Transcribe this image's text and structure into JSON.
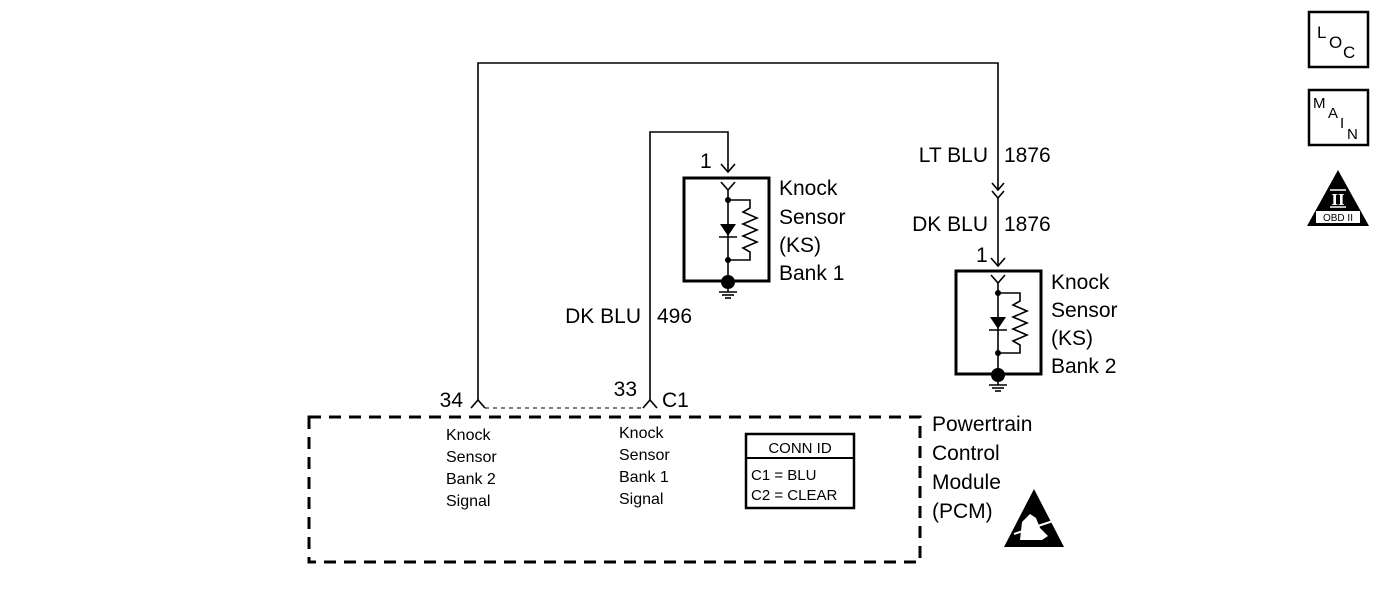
{
  "diagram": {
    "icons": {
      "loc": {
        "letters": [
          "L",
          "O",
          "C"
        ]
      },
      "main": {
        "letters": [
          "M",
          "A",
          "I",
          "N"
        ]
      },
      "obd": {
        "numeral": "II",
        "label": "OBD II"
      }
    },
    "wires": {
      "bank2_upper_color": "LT BLU",
      "bank2_upper_circuit": "1876",
      "bank2_lower_color": "DK BLU",
      "bank2_lower_circuit": "1876",
      "bank1_color": "DK BLU",
      "bank1_circuit": "496"
    },
    "sensors": {
      "bank1": {
        "pin": "1",
        "lines": [
          "Knock",
          "Sensor",
          "(KS)",
          "Bank 1"
        ]
      },
      "bank2": {
        "pin": "1",
        "lines": [
          "Knock",
          "Sensor",
          "(KS)",
          "Bank 2"
        ]
      }
    },
    "pcm": {
      "pin_bank2": "34",
      "pin_bank1": "33",
      "connector": "C1",
      "bank2_signal": [
        "Knock",
        "Sensor",
        "Bank 2",
        "Signal"
      ],
      "bank1_signal": [
        "Knock",
        "Sensor",
        "Bank 1",
        "Signal"
      ],
      "conn_id": {
        "title": "CONN ID",
        "rows": [
          "C1 = BLU",
          "C2 = CLEAR"
        ]
      },
      "name_lines": [
        "Powertrain",
        "Control",
        "Module",
        "(PCM)"
      ]
    }
  }
}
